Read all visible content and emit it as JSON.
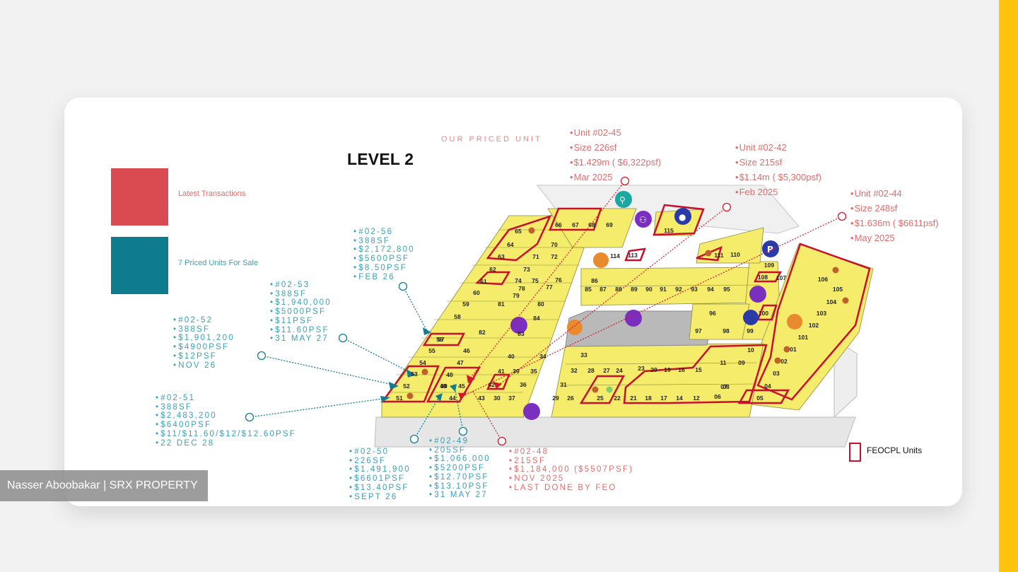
{
  "colors": {
    "accent_yellow": "#fec40d",
    "transaction_red": "#d94b50",
    "priced_teal": "#0f7b8f",
    "feo_outline": "#c8102e",
    "unit_fill": "#f4ec6a"
  },
  "header": {
    "title": "LEVEL 2",
    "subtitle": "OUR PRICED UNIT"
  },
  "legend": {
    "latest_transactions": "Latest Transactions",
    "priced_units": "7 Priced Units For Sale",
    "feo_units": "FEOCPL Units"
  },
  "watermark": "Nasser Aboobakar | SRX PROPERTY",
  "transactions_top": [
    {
      "lines": [
        "Unit #02-45",
        "Size 226sf",
        "$1.429m ( $6,322psf)",
        "Mar 2025"
      ]
    },
    {
      "lines": [
        "Unit #02-42",
        "Size 215sf",
        "$1.14m ( $5,300psf)",
        "Feb 2025"
      ]
    },
    {
      "lines": [
        "Unit #02-44",
        "Size 248sf",
        "$1.636m ( $6611psf)",
        "May 2025"
      ]
    }
  ],
  "priced_units": [
    {
      "lines": [
        "#02-56",
        "388SF",
        "$2,172,800",
        "$5600PSF",
        "$8.50PSF",
        "FEB 26"
      ]
    },
    {
      "lines": [
        "#02-53",
        "388SF",
        "$1,940,000",
        "$5000PSF",
        "$11PSF",
        "$11.60PSF",
        "31 MAY 27"
      ]
    },
    {
      "lines": [
        "#02-52",
        "388SF",
        "$1,901,200",
        "$4900PSF",
        "$12PSF",
        "NOV 26"
      ]
    },
    {
      "lines": [
        "#02-51",
        "388SF",
        "$2,483,200",
        "$6400PSF",
        "$11/$11.60/$12/$12.60PSF",
        "22 DEC 28"
      ]
    },
    {
      "lines": [
        "#02-50",
        "226SF",
        "$1,491,900",
        "$6601PSF",
        "$13.40PSF",
        "SEPT 26"
      ]
    },
    {
      "lines": [
        "#02-49",
        "205SF",
        "$1,066,000",
        "$5200PSF",
        "$12.70PSF",
        "$13.10PSF",
        "31 MAY 27"
      ]
    }
  ],
  "transaction_bottom": {
    "lines": [
      "#02-48",
      "215SF",
      "$1,184,000 ($5507PSF)",
      "NOV 2025",
      "LAST DONE BY FEO"
    ]
  },
  "units": {
    "row_a": [
      "65",
      "66",
      "67",
      "68",
      "69",
      "115"
    ],
    "row_b": [
      "64",
      "70",
      "114",
      "113",
      "111",
      "110",
      "109"
    ],
    "row_c": [
      "63",
      "71",
      "72",
      "108",
      "107",
      "106"
    ],
    "row_d": [
      "62",
      "73",
      "85",
      "87",
      "88",
      "89",
      "90",
      "91",
      "92",
      "93",
      "94",
      "95",
      "105"
    ],
    "row_e": [
      "61",
      "74",
      "75",
      "76",
      "86",
      "104"
    ],
    "row_f": [
      "60",
      "78",
      "77",
      "80",
      "96",
      "100",
      "103"
    ],
    "row_g": [
      "59",
      "81",
      "79",
      "84",
      "97",
      "98",
      "99",
      "102"
    ],
    "row_h": [
      "58",
      "82",
      "83",
      "101"
    ],
    "row_i": [
      "57",
      "56",
      "40",
      "34",
      "33",
      "10",
      "01"
    ],
    "row_j": [
      "55",
      "46",
      "47",
      "41",
      "39",
      "35",
      "32",
      "28",
      "27",
      "24",
      "23",
      "20",
      "19",
      "16",
      "15",
      "11",
      "09",
      "02"
    ],
    "row_k": [
      "54",
      "53",
      "52",
      "48",
      "45",
      "42",
      "36",
      "31",
      "22",
      "21",
      "18",
      "17",
      "14",
      "12",
      "08",
      "07",
      "03"
    ],
    "row_l": [
      "51",
      "50",
      "49",
      "44",
      "43",
      "30",
      "37",
      "29",
      "26",
      "25",
      "06",
      "04",
      "05"
    ]
  }
}
